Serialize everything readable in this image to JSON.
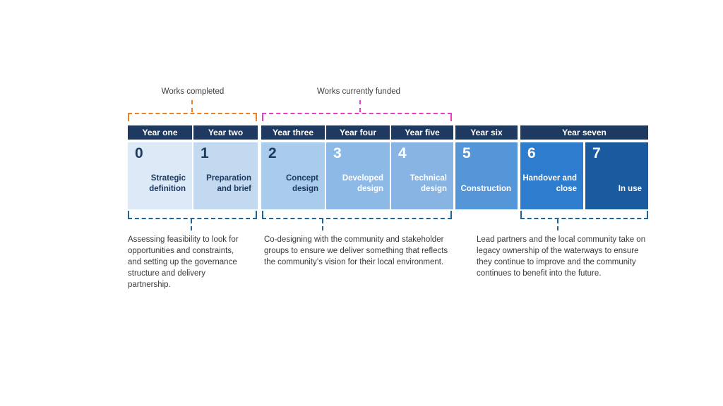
{
  "palette": {
    "header_navy": "#1e3a60",
    "bracket_blue": "#1f6496",
    "white": "#ffffff",
    "text_dark": "#3a3a3a"
  },
  "annotations": [
    {
      "label": "Works completed",
      "color": "#f0801f"
    },
    {
      "label": "Works currently funded",
      "color": "#ee3bc7"
    }
  ],
  "years": [
    {
      "label": "Year one"
    },
    {
      "label": "Year two"
    },
    {
      "label": "Year three"
    },
    {
      "label": "Year four"
    },
    {
      "label": "Year five"
    },
    {
      "label": "Year six"
    },
    {
      "label": "Year seven"
    }
  ],
  "phases": [
    {
      "number": "0",
      "label": "Strategic definition",
      "bg": "#dce9f7",
      "text": "#1e3a60"
    },
    {
      "number": "1",
      "label": "Preparation and brief",
      "bg": "#c3d9f0",
      "text": "#1e3a60"
    },
    {
      "number": "2",
      "label": "Concept design",
      "bg": "#a9cbec",
      "text": "#1e3a60"
    },
    {
      "number": "3",
      "label": "Developed design",
      "bg": "#8db9e6",
      "text": "#ffffff"
    },
    {
      "number": "4",
      "label": "Technical design",
      "bg": "#87b4e3",
      "text": "#ffffff"
    },
    {
      "number": "5",
      "label": "Construction",
      "bg": "#5496d8",
      "text": "#ffffff"
    },
    {
      "number": "6",
      "label": "Handover and close",
      "bg": "#2e7ccd",
      "text": "#ffffff"
    },
    {
      "number": "7",
      "label": "In use",
      "bg": "#1a5a9e",
      "text": "#ffffff"
    }
  ],
  "notes": [
    {
      "text": "Assessing feasibility to look for opportunities and constraints, and setting up the governance structure and delivery partnership."
    },
    {
      "text": "Co-designing with the community and stakeholder groups to ensure we deliver something that reflects the community’s vision for their local environment."
    },
    {
      "text": "Lead partners and the local community take on legacy ownership of the waterways to ensure they continue to improve and the community continues to benefit into the future."
    }
  ]
}
